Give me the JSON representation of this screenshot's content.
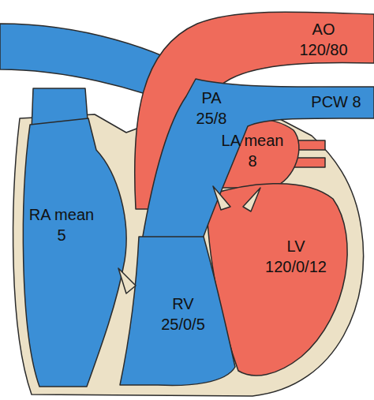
{
  "diagram": {
    "nodes": [
      {
        "text": [
          "AO",
          "120/80"
        ]
      },
      {
        "text": [
          "PA",
          "25/8"
        ]
      },
      {
        "text": [
          "PCW 8"
        ]
      },
      {
        "text": [
          "LA mean",
          "8"
        ]
      },
      {
        "text": [
          "RA mean",
          "5"
        ]
      },
      {
        "text": [
          "LV",
          "120/0/12"
        ]
      },
      {
        "text": [
          "RV",
          "25/0/5"
        ]
      }
    ]
  }
}
